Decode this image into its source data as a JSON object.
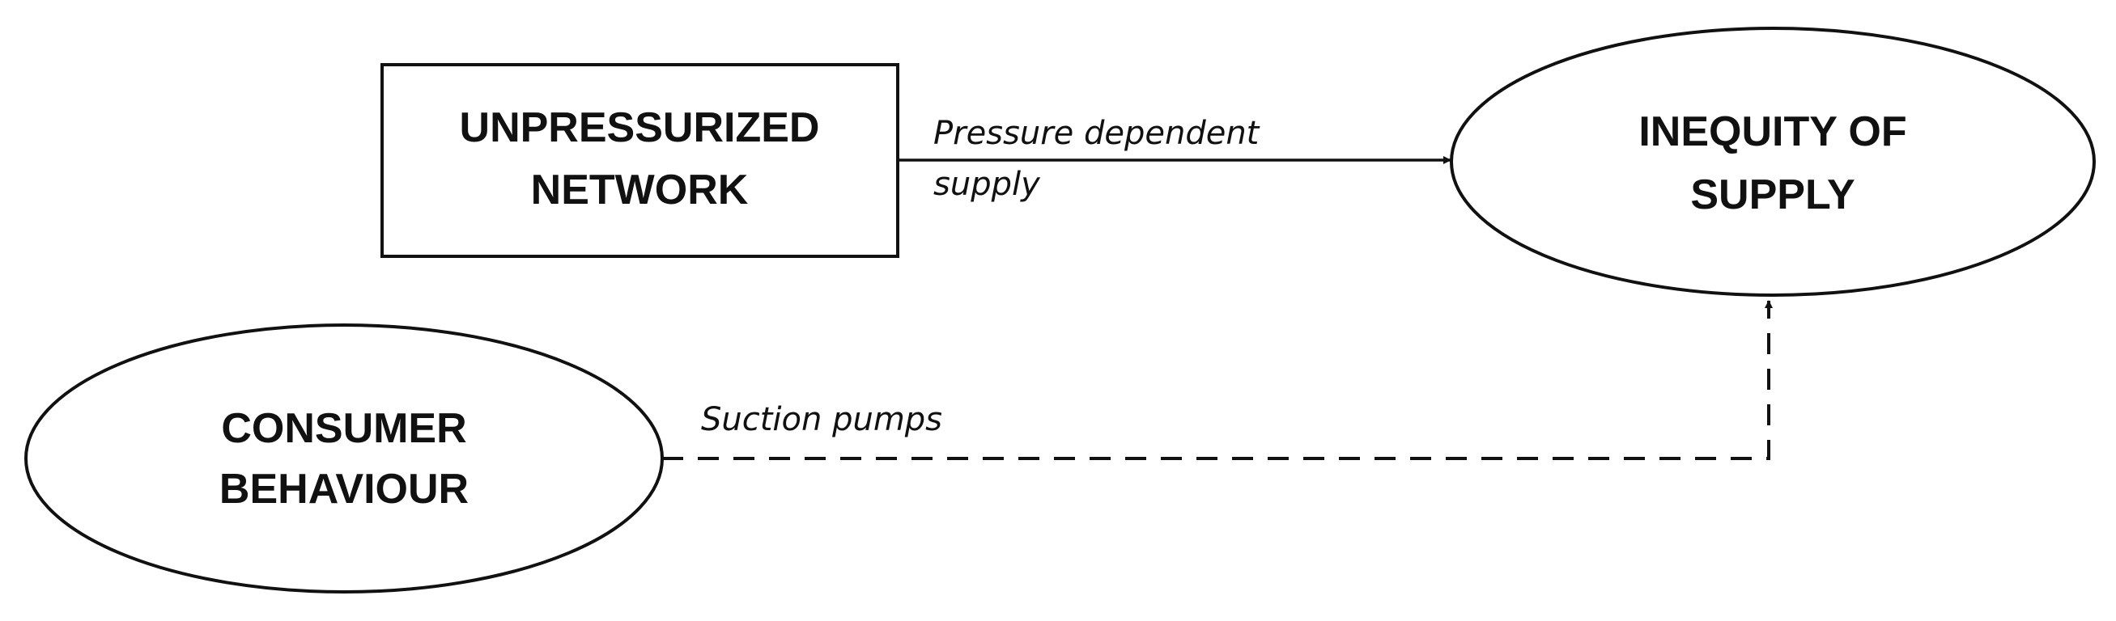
{
  "nodes": {
    "unpressurized_network": {
      "line1": "UNPRESSURIZED",
      "line2": "NETWORK"
    },
    "inequity_of_supply": {
      "line1": "INEQUITY OF",
      "line2": "SUPPLY"
    },
    "consumer_behaviour": {
      "line1": "CONSUMER",
      "line2": "BEHAVIOUR"
    }
  },
  "edges": {
    "pressure_dependent_supply": {
      "line1": "Pressure dependent",
      "line2": "supply"
    },
    "suction_pumps": {
      "line1": "Suction pumps"
    }
  },
  "colors": {
    "stroke": "#111111",
    "background": "#ffffff"
  }
}
